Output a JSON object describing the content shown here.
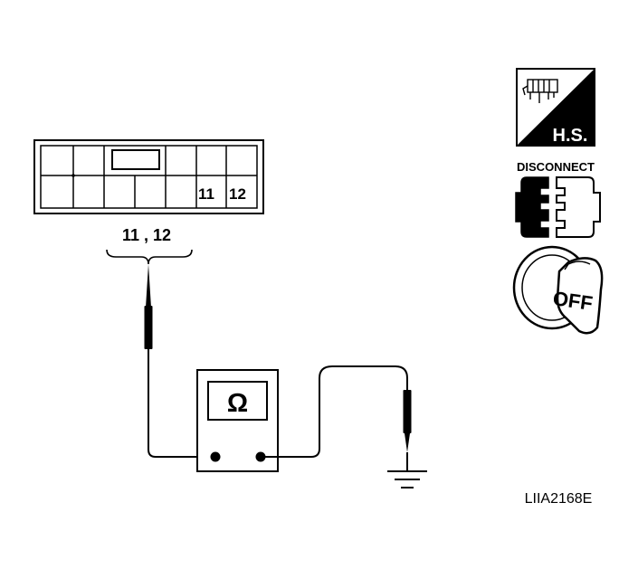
{
  "connector": {
    "pin_labels": [
      "11",
      "12"
    ],
    "test_pins_label": "11 , 12"
  },
  "meter": {
    "symbol": "Ω"
  },
  "icons": {
    "harness_side_label": "H.S.",
    "disconnect_label": "DISCONNECT",
    "ignition_label": "OFF"
  },
  "figure_code": "LIIA2168E"
}
